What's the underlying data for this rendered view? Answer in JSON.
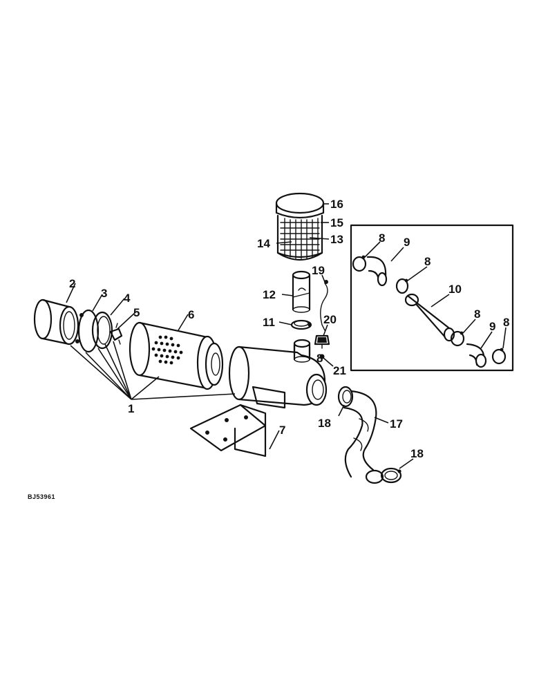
{
  "drawing_code": "BJ53961",
  "callouts": {
    "c1": "1",
    "c2": "2",
    "c3": "3",
    "c4": "4",
    "c5": "5",
    "c6": "6",
    "c7": "7",
    "c8a": "8",
    "c8b": "8",
    "c8c": "8",
    "c8d": "8",
    "c8e": "8",
    "c9a": "9",
    "c9b": "9",
    "c10": "10",
    "c11": "11",
    "c12": "12",
    "c13": "13",
    "c14": "14",
    "c15": "15",
    "c16": "16",
    "c17": "17",
    "c18a": "18",
    "c18b": "18",
    "c19": "19",
    "c20": "20",
    "c21": "21"
  }
}
